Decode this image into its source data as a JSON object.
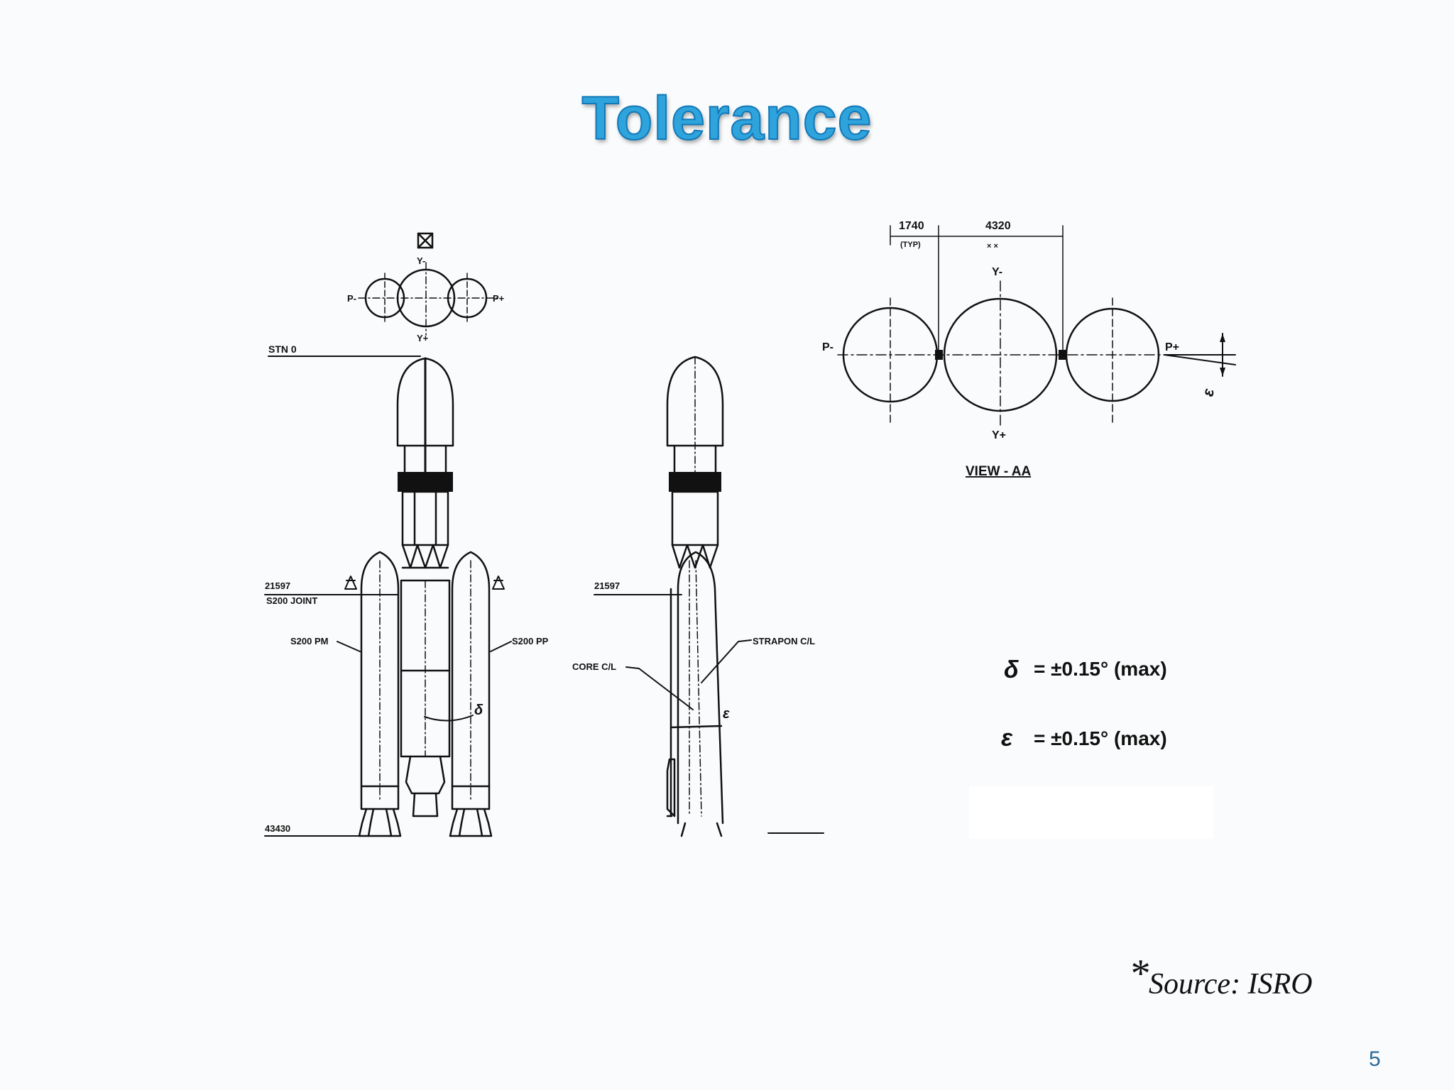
{
  "slide": {
    "title": "Tolerance",
    "page_number": "5",
    "source_star": "*",
    "source_text": "Source:  ISRO"
  },
  "left_drawing": {
    "y_minus": "Y-",
    "y_plus": "Y+",
    "p_minus": "P-",
    "p_plus": "P+",
    "stn": "STN 0",
    "station_joint": "21597",
    "joint_label": "S200 JOINT",
    "station_bottom": "43430",
    "s200_pm": "S200 PM",
    "s200_pp": "S200 PP",
    "delta_symbol": "δ"
  },
  "middle_drawing": {
    "station": "21597",
    "core_cl": "CORE C/L",
    "strapon_cl": "STRAPON C/L",
    "epsilon_symbol": "ε"
  },
  "view_aa": {
    "dim_1740": "1740",
    "typ": "(TYP)",
    "dim_4320": "4320",
    "y_minus": "Y-",
    "y_plus": "Y+",
    "p_minus": "P-",
    "p_plus": "P+",
    "caption": "VIEW - AA"
  },
  "tolerances": [
    {
      "symbol": "δ",
      "text": "= ±0.15° (max)"
    },
    {
      "symbol": "ε",
      "text": "= ±0.15° (max)"
    }
  ]
}
